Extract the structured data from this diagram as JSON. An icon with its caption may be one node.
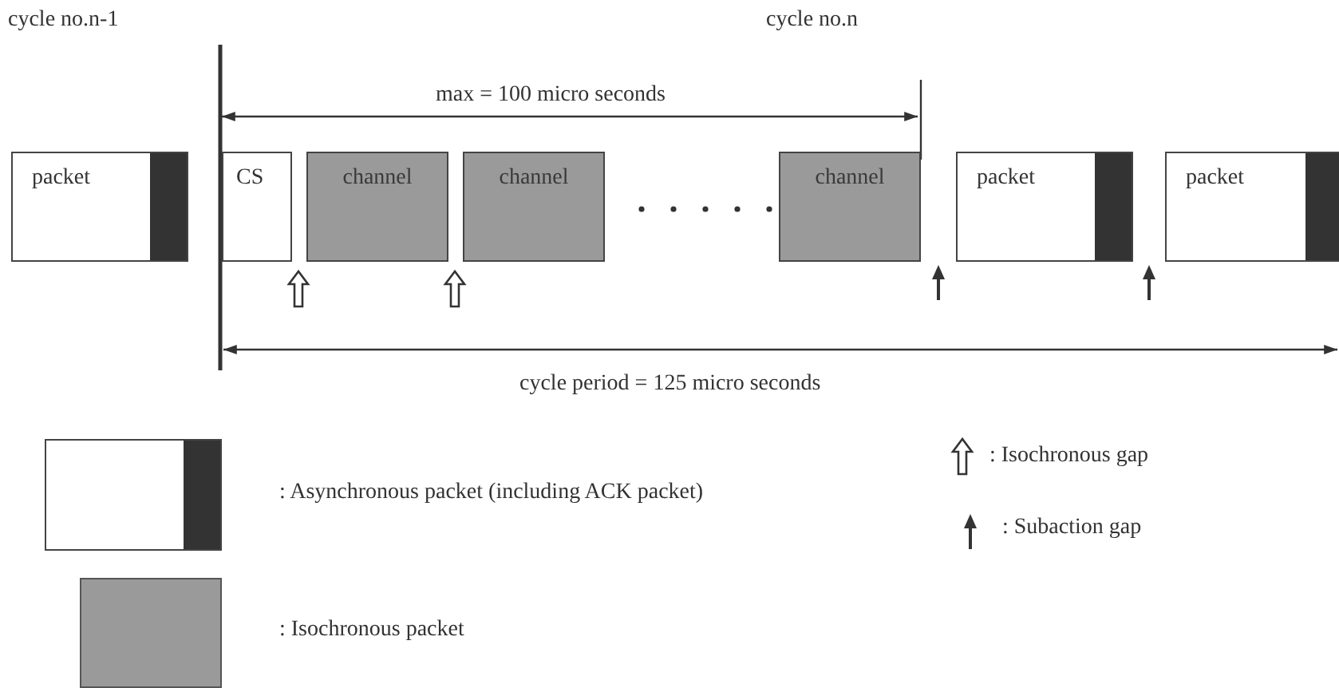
{
  "diagram": {
    "nodes": [
      {
        "text": [
          "packet"
        ]
      },
      {
        "text": [
          "CS"
        ]
      },
      {
        "text": [
          "channel"
        ]
      },
      {
        "text": [
          "channel"
        ]
      },
      {
        "text": [
          "channel"
        ]
      },
      {
        "text": [
          "packet"
        ]
      },
      {
        "text": [
          "packet"
        ]
      }
    ],
    "edges": [],
    "labels": [
      "cycle no.n-1",
      "cycle no.n",
      "max = 100 micro seconds",
      "cycle period = 125 micro seconds"
    ],
    "legend": [
      {
        "text": ": Asynchronous packet (including ACK packet)"
      },
      {
        "text": ": Isochronous gap"
      },
      {
        "text": ": Subaction gap"
      },
      {
        "text": ": Isochronous packet",
        "color": "#9a9a9a"
      }
    ]
  }
}
